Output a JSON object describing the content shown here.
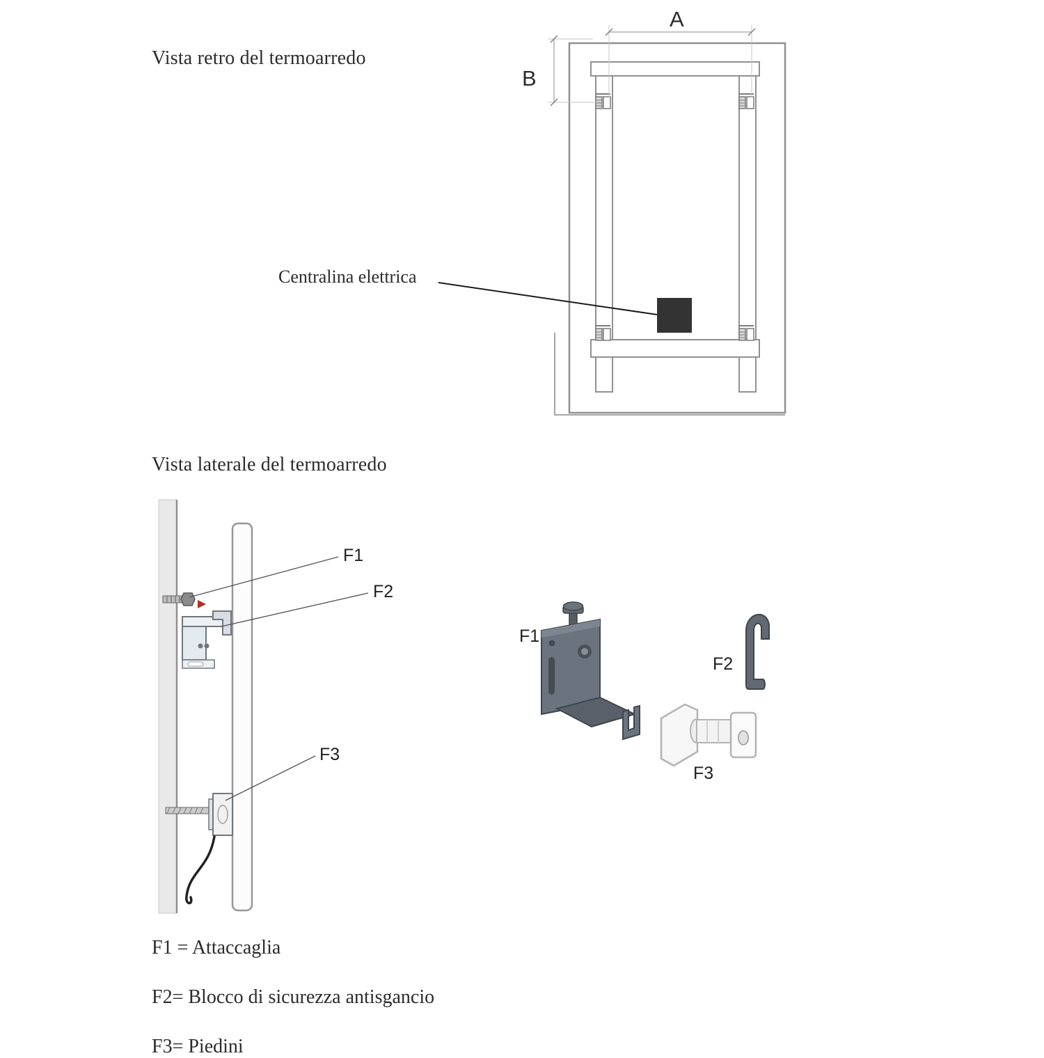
{
  "rear_view": {
    "title": "Vista retro del termoarredo",
    "dimension_a": "A",
    "dimension_b": "B",
    "centralina_label": "Centralina elettrica"
  },
  "side_view": {
    "title": "Vista laterale del termoarredo",
    "callouts": {
      "f1": "F1",
      "f2": "F2",
      "f3": "F3"
    }
  },
  "parts": {
    "f1": "F1",
    "f2": "F2",
    "f3": "F3"
  },
  "legend": {
    "items": [
      "F1 = Attaccaglia",
      "F2= Blocco di sicurezza antisgancio",
      "F3= Piedini"
    ]
  },
  "colors": {
    "line_gray": "#909090",
    "text": "#2b2b2b",
    "centralina_fill": "#333333",
    "part_dark_gray": "#6b747e",
    "part_white": "#f5f5f5",
    "arrow_red": "#b03024"
  }
}
